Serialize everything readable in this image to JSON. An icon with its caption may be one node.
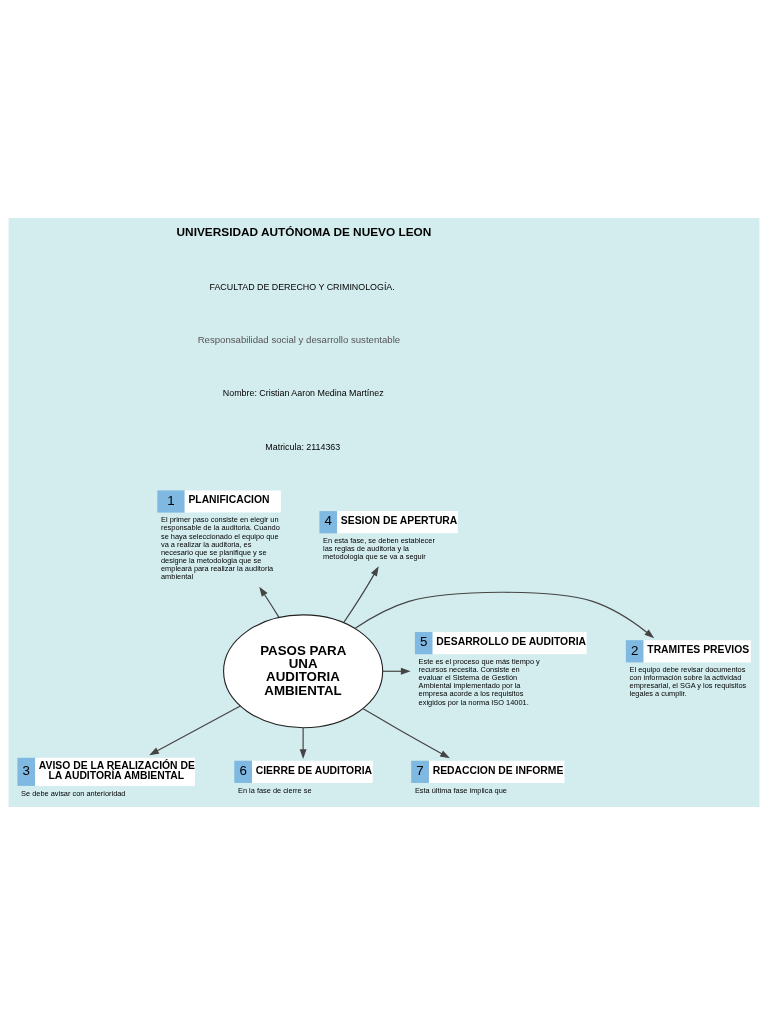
{
  "diagram": {
    "nodes": [
      {
        "text": [
          "PASOS PARA UNA AUDITORIA AMBIENTAL"
        ]
      },
      {
        "text": [
          "1",
          "PLANIFICACION"
        ],
        "beside": [
          "El primer paso consiste en elegir un responsable de la auditoria. Cuando se haya seleccionado el equipo que va a realizar la auditoria, es necesario que se planifique y se designe la metodologia que se empleará para realizar la auditoria ambiental"
        ]
      },
      {
        "text": [
          "2",
          "TRAMITES PREVIOS"
        ],
        "beside": [
          "El equipo debe revisar documentos con información sobre la actividad empresarial, el SGA y los requisitos legales a cumplir."
        ]
      },
      {
        "text": [
          "3",
          "AVISO DE LA REALIZACIÓN DE LA AUDITORÍA AMBIENTAL"
        ],
        "beside": [
          "Se debe avisar con anterioridad"
        ]
      },
      {
        "text": [
          "4",
          "SESION DE APERTURA"
        ],
        "beside": [
          "En esta fase, se deben establecer las reglas de auditoria y la metodologia que se va a seguir"
        ]
      },
      {
        "text": [
          "5",
          "DESARROLLO DE AUDITORIA"
        ],
        "beside": [
          "Este es el proceso que más tiempo y recursos necesita. Consiste en evaluar el Sistema de Gestión Ambiental implementado por la empresa acorde a los requisitos exigidos por la norma ISO 14001."
        ]
      },
      {
        "text": [
          "6",
          "CIERRE DE AUDITORIA"
        ],
        "beside": [
          "En la fase de cierre se"
        ]
      },
      {
        "text": [
          "7",
          "REDACCION DE INFORME"
        ],
        "beside": [
          "Esta última fase implica que"
        ]
      }
    ],
    "edges": [
      {
        "from": 0,
        "to": 1,
        "arrow": "to"
      },
      {
        "from": 0,
        "to": 2,
        "arrow": "to"
      },
      {
        "from": 0,
        "to": 3,
        "arrow": "to"
      },
      {
        "from": 0,
        "to": 4,
        "arrow": "to"
      },
      {
        "from": 0,
        "to": 5,
        "arrow": "to"
      },
      {
        "from": 0,
        "to": 6,
        "arrow": "to"
      },
      {
        "from": 0,
        "to": 7,
        "arrow": "to"
      }
    ],
    "labels": [
      "UNIVERSIDAD AUTÓNOMA DE NUEVO LEON",
      "FACULTAD DE DERECHO Y CRIMINOLOGÍA.",
      "Responsabilidad social y desarrollo sustentable",
      "Nombre: Cristian Aaron Medina Martínez",
      "Matricula: 2114363"
    ]
  }
}
